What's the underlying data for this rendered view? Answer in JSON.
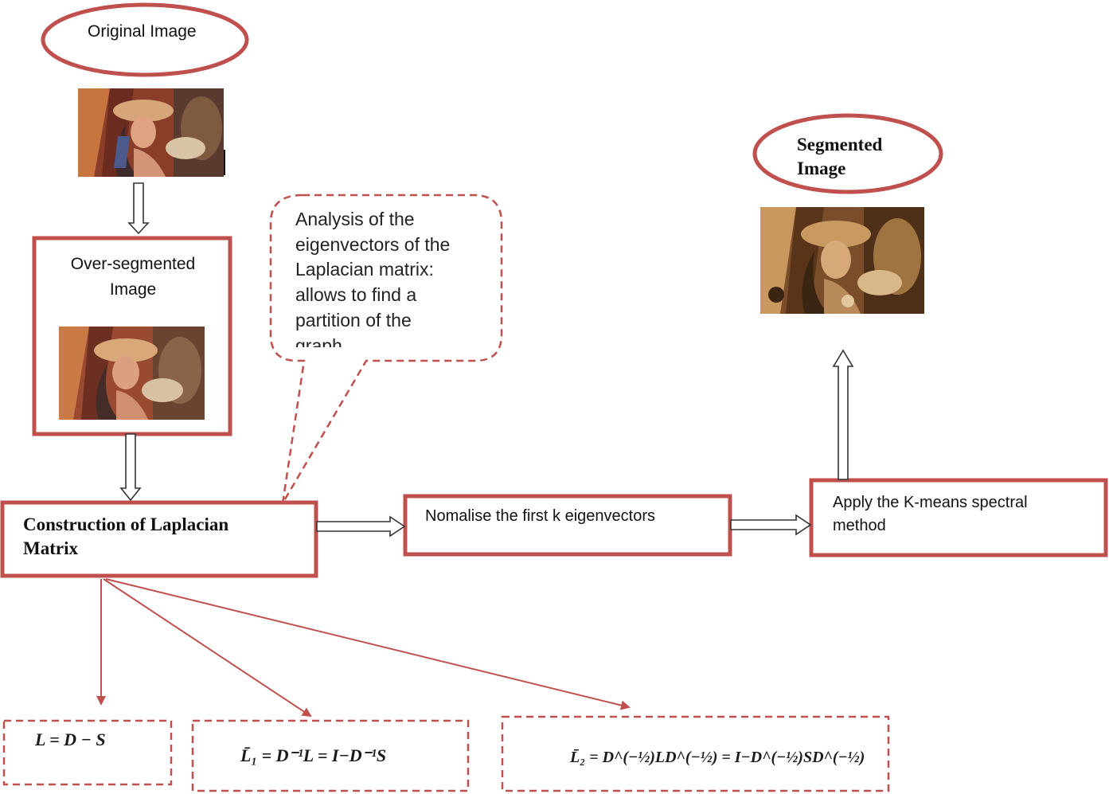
{
  "nodes": {
    "original_image": {
      "label": "Original Image"
    },
    "over_segmented": {
      "label_line1": "Over-segmented",
      "label_line2": "Image"
    },
    "callout": {
      "lines": [
        "Analysis of the",
        "eigenvectors of the",
        "Laplacian matrix:",
        "allows to find  a",
        "partition of the",
        "graph"
      ]
    },
    "segmented_image": {
      "label_line1": "Segmented",
      "label_line2": "Image"
    },
    "laplacian": {
      "label_line1": "Construction of  Laplacian",
      "label_line2": "Matrix"
    },
    "normalise": {
      "label": "Nomalise the first k eigenvectors"
    },
    "kmeans": {
      "label_line1": "Apply the K-means spectral",
      "label_line2": "method"
    }
  },
  "formulas": {
    "f1": "L  =  D − S",
    "f2": "L̄₁ = D⁻¹L = I−D⁻¹S",
    "f3": "L̄₂  = D^(−½)LD^(−½) = I−D^(−½)SD^(−½)"
  },
  "colors": {
    "accent_red": "#c0504d",
    "arrow_outline": "#333333"
  },
  "images": {
    "original": "portrait-photo",
    "over_segmented": "portrait-photo-oversegmented",
    "segmented": "portrait-photo-segmented"
  }
}
